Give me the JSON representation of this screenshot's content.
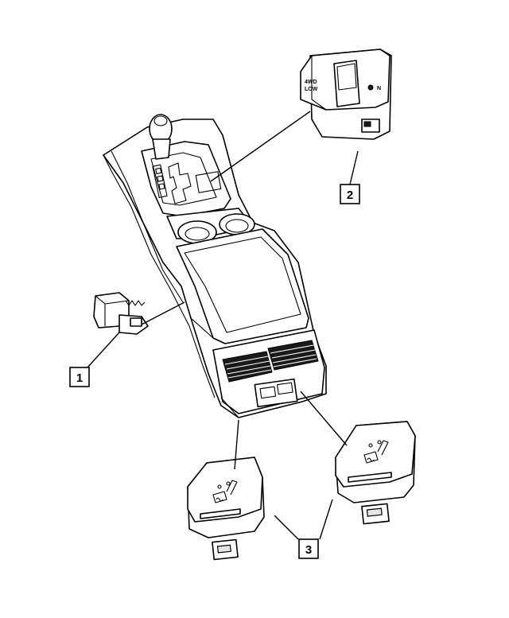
{
  "callouts": [
    {
      "id": "1",
      "label": "1"
    },
    {
      "id": "2",
      "label": "2"
    },
    {
      "id": "3",
      "label": "3"
    }
  ],
  "switch_labels": {
    "line1": "4WD",
    "line2": "LOW",
    "n": "N"
  },
  "colors": {
    "line": "#000000",
    "background": "#ffffff",
    "vent": "#1a1a1a"
  }
}
